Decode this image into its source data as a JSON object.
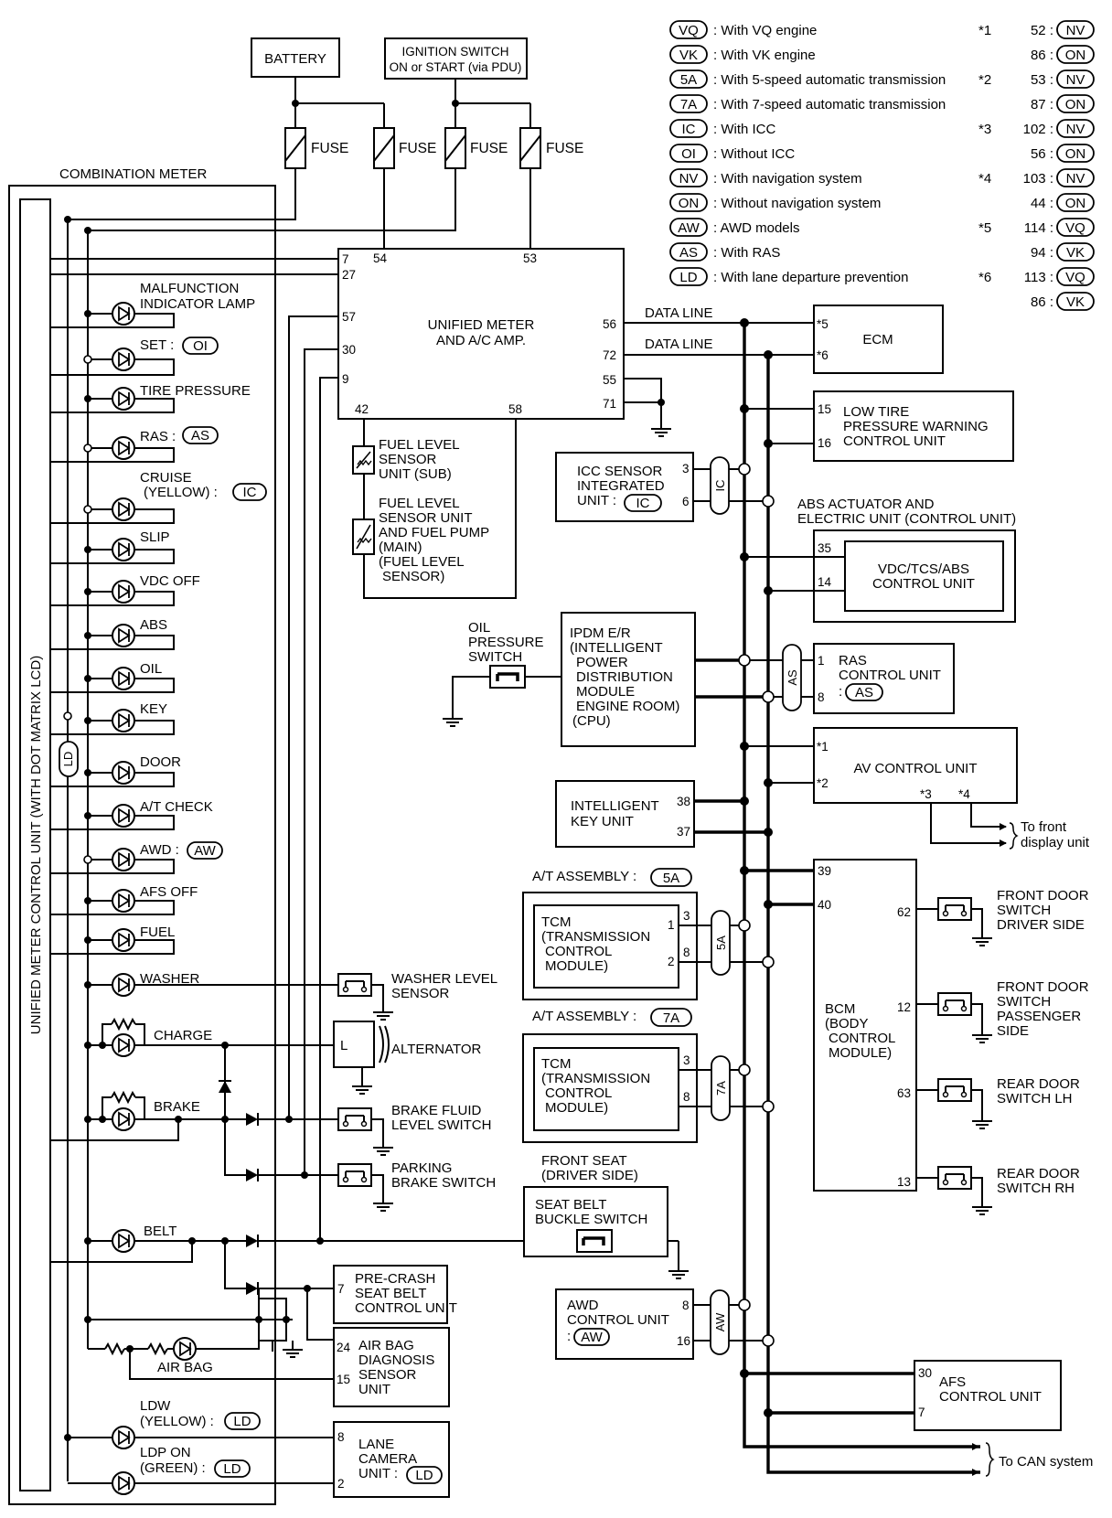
{
  "legend": [
    {
      "code": "VQ",
      "text": ": With VQ engine"
    },
    {
      "code": "VK",
      "text": ": With VK engine"
    },
    {
      "code": "5A",
      "text": ": With 5-speed automatic transmission"
    },
    {
      "code": "7A",
      "text": ": With 7-speed automatic transmission"
    },
    {
      "code": "IC",
      "text": ": With ICC"
    },
    {
      "code": "OI",
      "text": ": Without ICC"
    },
    {
      "code": "NV",
      "text": ": With navigation system"
    },
    {
      "code": "ON",
      "text": ": Without navigation system"
    },
    {
      "code": "AW",
      "text": ": AWD models"
    },
    {
      "code": "AS",
      "text": ": With RAS"
    },
    {
      "code": "LD",
      "text": ": With lane departure prevention"
    }
  ],
  "notes": [
    {
      "mark": "*1",
      "num": "52 :",
      "code": "NV"
    },
    {
      "mark": "",
      "num": "86 :",
      "code": "ON"
    },
    {
      "mark": "*2",
      "num": "53 :",
      "code": "NV"
    },
    {
      "mark": "",
      "num": "87 :",
      "code": "ON"
    },
    {
      "mark": "*3",
      "num": "102 :",
      "code": "NV"
    },
    {
      "mark": "",
      "num": "56 :",
      "code": "ON"
    },
    {
      "mark": "*4",
      "num": "103 :",
      "code": "NV"
    },
    {
      "mark": "",
      "num": "44 :",
      "code": "ON"
    },
    {
      "mark": "*5",
      "num": "114 :",
      "code": "VQ"
    },
    {
      "mark": "",
      "num": "94 :",
      "code": "VK"
    },
    {
      "mark": "*6",
      "num": "113 :",
      "code": "VQ"
    },
    {
      "mark": "",
      "num": "86 :",
      "code": "VK"
    }
  ],
  "power": {
    "battery": "BATTERY",
    "ignition_l1": "IGNITION SWITCH",
    "ignition_l2": "ON or START (via PDU)",
    "fuse": "FUSE"
  },
  "meter": {
    "title": "COMBINATION METER",
    "vertical": "UNIFIED METER CONTROL UNIT (WITH DOT MATRIX LCD)",
    "ld_code": "LD",
    "lamps": {
      "mil1": "MALFUNCTION",
      "mil2": "INDICATOR LAMP",
      "set": "SET :",
      "set_code": "OI",
      "tire": "TIRE PRESSURE",
      "ras": "RAS :",
      "ras_code": "AS",
      "cruise1": "CRUISE",
      "cruise2": "(YELLOW) :",
      "cruise_code": "IC",
      "slip": "SLIP",
      "vdc": "VDC OFF",
      "abs": "ABS",
      "oil": "OIL",
      "key": "KEY",
      "door": "DOOR",
      "atcheck": "A/T CHECK",
      "awd": "AWD :",
      "awd_code": "AW",
      "afs": "AFS OFF",
      "fuel": "FUEL",
      "washer": "WASHER",
      "charge": "CHARGE",
      "brake": "BRAKE",
      "belt": "BELT",
      "airbag": "AIR BAG",
      "ldw1": "LDW",
      "ldw2": "(YELLOW) :",
      "ldw_code": "LD",
      "ldp1": "LDP ON",
      "ldp2": "(GREEN) :",
      "ldp_code": "LD"
    }
  },
  "amp": {
    "title1": "UNIFIED METER",
    "title2": "AND A/C AMP.",
    "pins": {
      "p7": "7",
      "p27": "27",
      "p54": "54",
      "p53": "53",
      "p57": "57",
      "p30": "30",
      "p9": "9",
      "p42": "42",
      "p58": "58",
      "p56": "56",
      "p72": "72",
      "p55": "55",
      "p71": "71"
    }
  },
  "fuel_sensors": {
    "sub1": "FUEL LEVEL",
    "sub2": "SENSOR",
    "sub3": "UNIT (SUB)",
    "main1": "FUEL LEVEL",
    "main2": "SENSOR UNIT",
    "main3": "AND FUEL PUMP",
    "main4": "(MAIN)",
    "main5": "(FUEL LEVEL",
    "main6": "SENSOR)"
  },
  "data_line": "DATA LINE",
  "ecm": {
    "name": "ECM",
    "p1": "*5",
    "p2": "*6"
  },
  "low_tire": {
    "l1": "LOW TIRE",
    "l2": "PRESSURE WARNING",
    "l3": "CONTROL UNIT",
    "p1": "15",
    "p2": "16"
  },
  "icc": {
    "l1": "ICC SENSOR",
    "l2": "INTEGRATED",
    "l3": "UNIT :",
    "code": "IC",
    "p1": "3",
    "p2": "6",
    "conn": "IC"
  },
  "abs": {
    "l1": "ABS ACTUATOR AND",
    "l2": "ELECTRIC UNIT (CONTROL UNIT)",
    "in1": "VDC/TCS/ABS",
    "in2": "CONTROL UNIT",
    "p1": "35",
    "p2": "14"
  },
  "oil_switch": {
    "l1": "OIL",
    "l2": "PRESSURE",
    "l3": "SWITCH"
  },
  "ipdm": {
    "l1": "IPDM E/R",
    "l2": "(INTELLIGENT",
    "l3": "POWER",
    "l4": "DISTRIBUTION",
    "l5": "MODULE",
    "l6": "ENGINE ROOM)",
    "l7": "(CPU)"
  },
  "ras_unit": {
    "l1": "RAS",
    "l2": "CONTROL UNIT",
    "l3": ":",
    "code": "AS",
    "p1": "1",
    "p2": "8",
    "conn": "AS"
  },
  "av": {
    "name": "AV CONTROL UNIT",
    "p1": "*1",
    "p2": "*2",
    "p3": "*3",
    "p4": "*4",
    "front1": "To front",
    "front2": "display unit"
  },
  "ikey": {
    "l1": "INTELLIGENT",
    "l2": "KEY UNIT",
    "p1": "38",
    "p2": "37"
  },
  "at5": {
    "title": "A/T ASSEMBLY :",
    "code": "5A",
    "l1": "TCM",
    "l2": "(TRANSMISSION",
    "l3": "CONTROL",
    "l4": "MODULE)",
    "p1": "1",
    "p2": "2",
    "c1": "3",
    "c2": "8",
    "conn": "5A"
  },
  "at7": {
    "title": "A/T ASSEMBLY :",
    "code": "7A",
    "l1": "TCM",
    "l2": "(TRANSMISSION",
    "l3": "CONTROL",
    "l4": "MODULE)",
    "c1": "3",
    "c2": "8",
    "conn": "7A"
  },
  "bcm": {
    "l1": "BCM",
    "l2": "(BODY",
    "l3": "CONTROL",
    "l4": "MODULE)",
    "p39": "39",
    "p40": "40",
    "p62": "62",
    "p12": "12",
    "p63": "63",
    "p13": "13"
  },
  "door_switches": {
    "fd1": "FRONT DOOR",
    "fd2": "SWITCH",
    "fd3": "DRIVER SIDE",
    "fp1": "FRONT DOOR",
    "fp2": "SWITCH",
    "fp3": "PASSENGER",
    "fp4": "SIDE",
    "rl1": "REAR DOOR",
    "rl2": "SWITCH LH",
    "rr1": "REAR DOOR",
    "rr2": "SWITCH RH"
  },
  "washer_sensor": {
    "l1": "WASHER LEVEL",
    "l2": "SENSOR"
  },
  "alternator": {
    "name": "ALTERNATOR",
    "term": "L"
  },
  "brake_fluid": {
    "l1": "BRAKE FLUID",
    "l2": "LEVEL SWITCH"
  },
  "parking": {
    "l1": "PARKING",
    "l2": "BRAKE SWITCH"
  },
  "seat": {
    "t1": "FRONT SEAT",
    "t2": "(DRIVER SIDE)",
    "l1": "SEAT BELT",
    "l2": "BUCKLE SWITCH"
  },
  "precrash": {
    "l1": "PRE-CRASH",
    "l2": "SEAT BELT",
    "l3": "CONTROL UNIT",
    "p": "7"
  },
  "airbag_unit": {
    "l1": "AIR BAG",
    "l2": "DIAGNOSIS",
    "l3": "SENSOR",
    "l4": "UNIT",
    "p1": "24",
    "p2": "15"
  },
  "lane": {
    "l1": "LANE",
    "l2": "CAMERA",
    "l3": "UNIT :",
    "code": "LD",
    "p1": "8",
    "p2": "2"
  },
  "awd_unit": {
    "l1": "AWD",
    "l2": "CONTROL UNIT",
    "l3": ":",
    "code": "AW",
    "p1": "8",
    "p2": "16",
    "conn": "AW"
  },
  "afs": {
    "l1": "AFS",
    "l2": "CONTROL UNIT",
    "p1": "30",
    "p2": "7"
  },
  "can": "To CAN system"
}
